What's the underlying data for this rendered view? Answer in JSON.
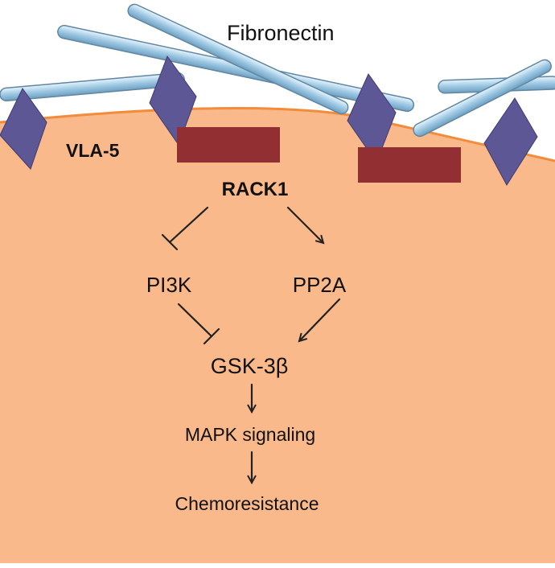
{
  "labels": {
    "fibronectin": "Fibronectin",
    "vla5": "VLA-5",
    "rack1": "RACK1",
    "pi3k": "PI3K",
    "pp2a": "PP2A",
    "gsk3b": "GSK-3β",
    "mapk": "MAPK signaling",
    "chemoresistance": "Chemoresistance"
  },
  "colors": {
    "cell_fill": "#f9b98a",
    "membrane": "#f28c3a",
    "fibronectin_fiber": "#9ec9e4",
    "integrin": "#5d5796",
    "rack1_box": "#922f33",
    "arrow": "#222222"
  }
}
